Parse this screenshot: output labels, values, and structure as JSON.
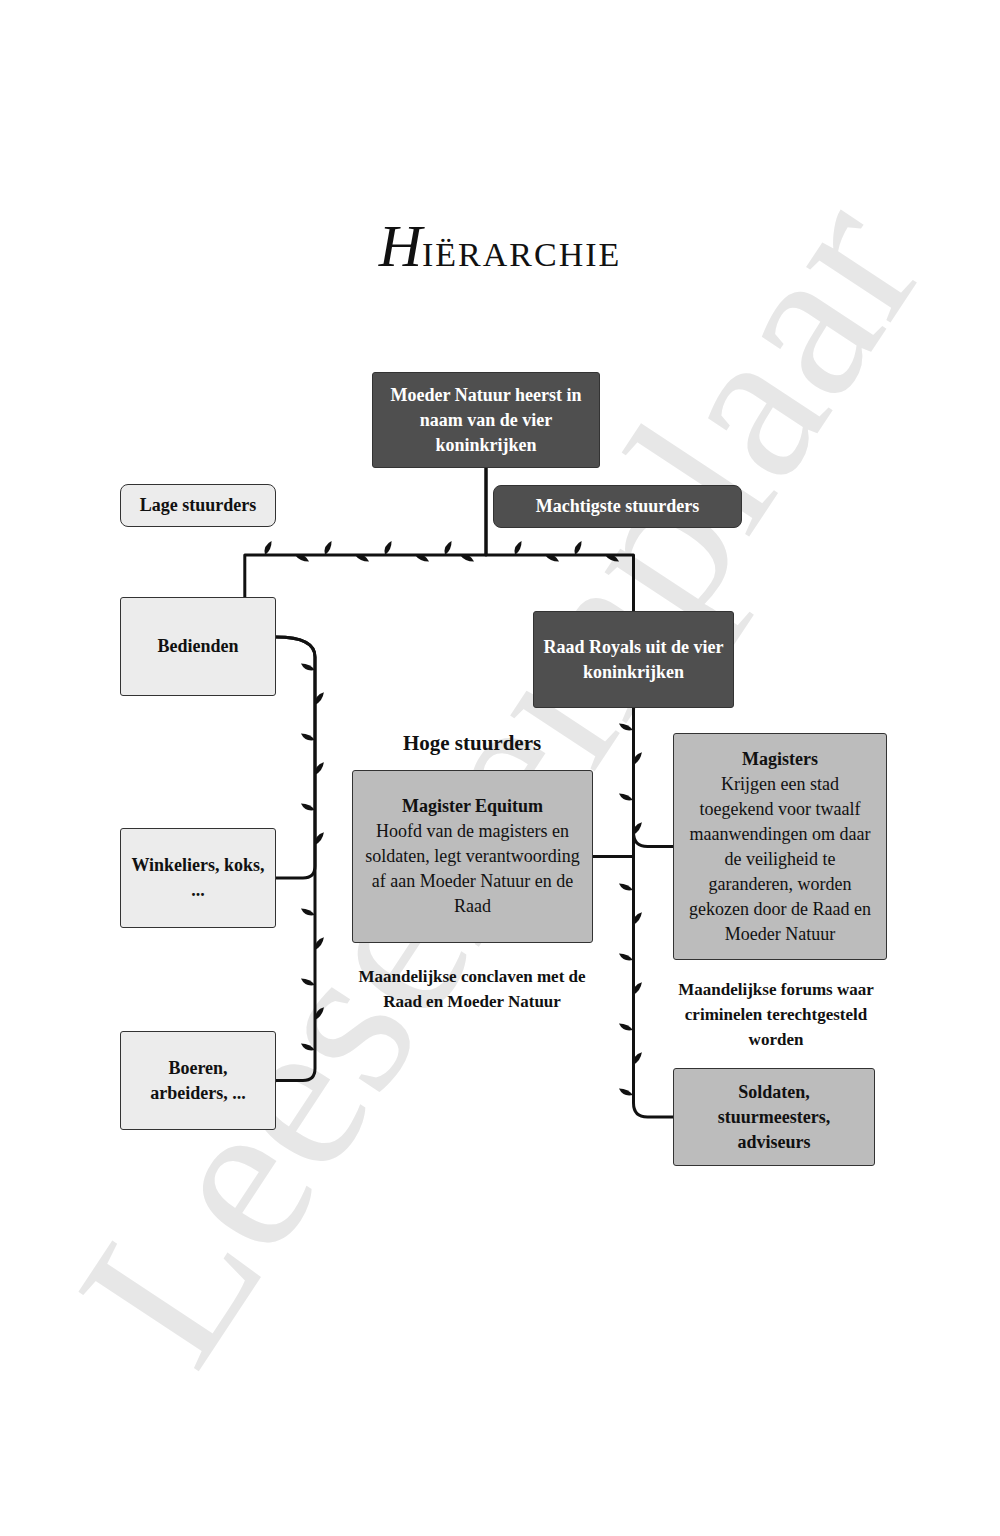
{
  "diagram": {
    "title": "HIËRARCHIE",
    "nodes": [
      {
        "text": [
          "Moeder Natuur heerst in naam van de vier koninkrijken"
        ]
      },
      {
        "text": [
          "Lage stuurders"
        ]
      },
      {
        "text": [
          "Machtigste stuurders"
        ]
      },
      {
        "text": [
          "Bedienden"
        ]
      },
      {
        "text": [
          "Raad Royals uit de vier koninkrijken"
        ]
      },
      {
        "text": [
          "Magister Equitum",
          "Hoofd van de magisters en soldaten, legt verantwoording af aan Moeder Natuur en de Raad"
        ]
      },
      {
        "text": [
          "Magisters",
          "Krijgen een stad toegekend voor twaalf maanwendingen om daar de veiligheid te garanderen, worden gekozen door de Raad en Moeder Natuur"
        ]
      },
      {
        "text": [
          "Winkeliers, koks, ..."
        ]
      },
      {
        "text": [
          "Boeren, arbeiders, ..."
        ]
      },
      {
        "text": [
          "Soldaten, stuurmeesters, adviseurs"
        ]
      }
    ],
    "edges": [
      {
        "from": 0,
        "to": 3,
        "arrow": "none"
      },
      {
        "from": 0,
        "to": 4,
        "arrow": "none"
      },
      {
        "from": 3,
        "to": 7,
        "arrow": "none"
      },
      {
        "from": 3,
        "to": 8,
        "arrow": "none"
      },
      {
        "from": 4,
        "to": 5,
        "arrow": "none"
      },
      {
        "from": 4,
        "to": 6,
        "arrow": "none"
      },
      {
        "from": 4,
        "to": 9,
        "arrow": "none"
      }
    ],
    "labels": [
      "Hoge stuurders",
      "Maandelijkse conclaven met de Raad en Moeder Natuur",
      "Maandelijkse forums waar criminelen terechtgesteld worden",
      "Leesexemplaar"
    ]
  }
}
